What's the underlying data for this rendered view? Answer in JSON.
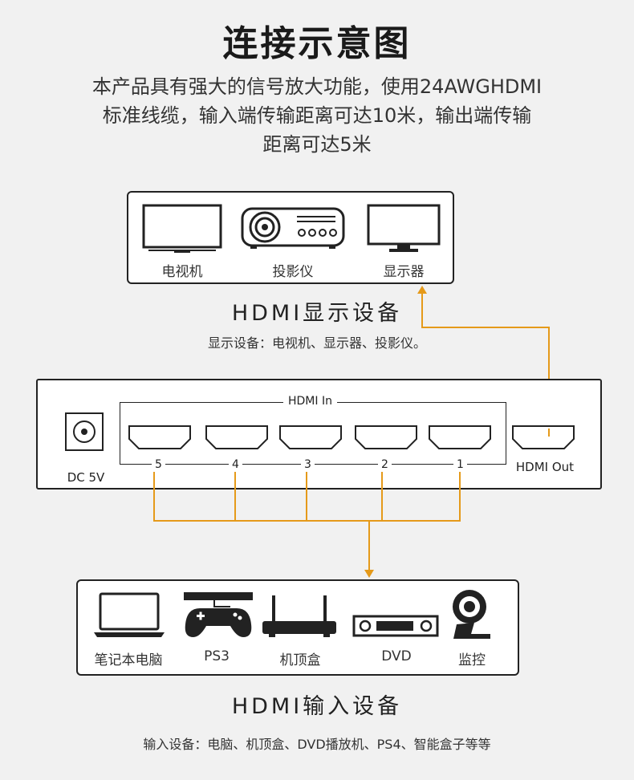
{
  "header": {
    "title": "连接示意图",
    "description_lines": [
      "本产品具有强大的信号放大功能，使用24AWGHDMI",
      "标准线缆，输入端传输距离可达10米，输出端传输",
      "距离可达5米"
    ]
  },
  "display_devices": {
    "items": [
      {
        "label": "电视机",
        "icon": "tv-icon"
      },
      {
        "label": "投影仪",
        "icon": "projector-icon"
      },
      {
        "label": "显示器",
        "icon": "monitor-icon"
      }
    ],
    "title": "HDMI显示设备",
    "note": "显示设备：电视机、显示器、投影仪。"
  },
  "switch": {
    "power_label": "DC 5V",
    "input_group_label": "HDMI In",
    "input_numbers": [
      "5",
      "4",
      "3",
      "2",
      "1"
    ],
    "output_label": "HDMI Out"
  },
  "input_devices": {
    "items": [
      {
        "label": "笔记本电脑",
        "icon": "laptop-icon"
      },
      {
        "label": "PS3",
        "icon": "gamepad-icon"
      },
      {
        "label": "机顶盒",
        "icon": "router-icon"
      },
      {
        "label": "DVD",
        "icon": "dvd-player-icon"
      },
      {
        "label": "监控",
        "icon": "camera-icon"
      }
    ],
    "title": "HDMI输入设备",
    "note": "输入设备：电脑、机顶盒、DVD播放机、PS4、智能盒子等等"
  },
  "colors": {
    "connector_line": "#e59a1a",
    "border": "#222222",
    "background": "#f1f1f1"
  }
}
